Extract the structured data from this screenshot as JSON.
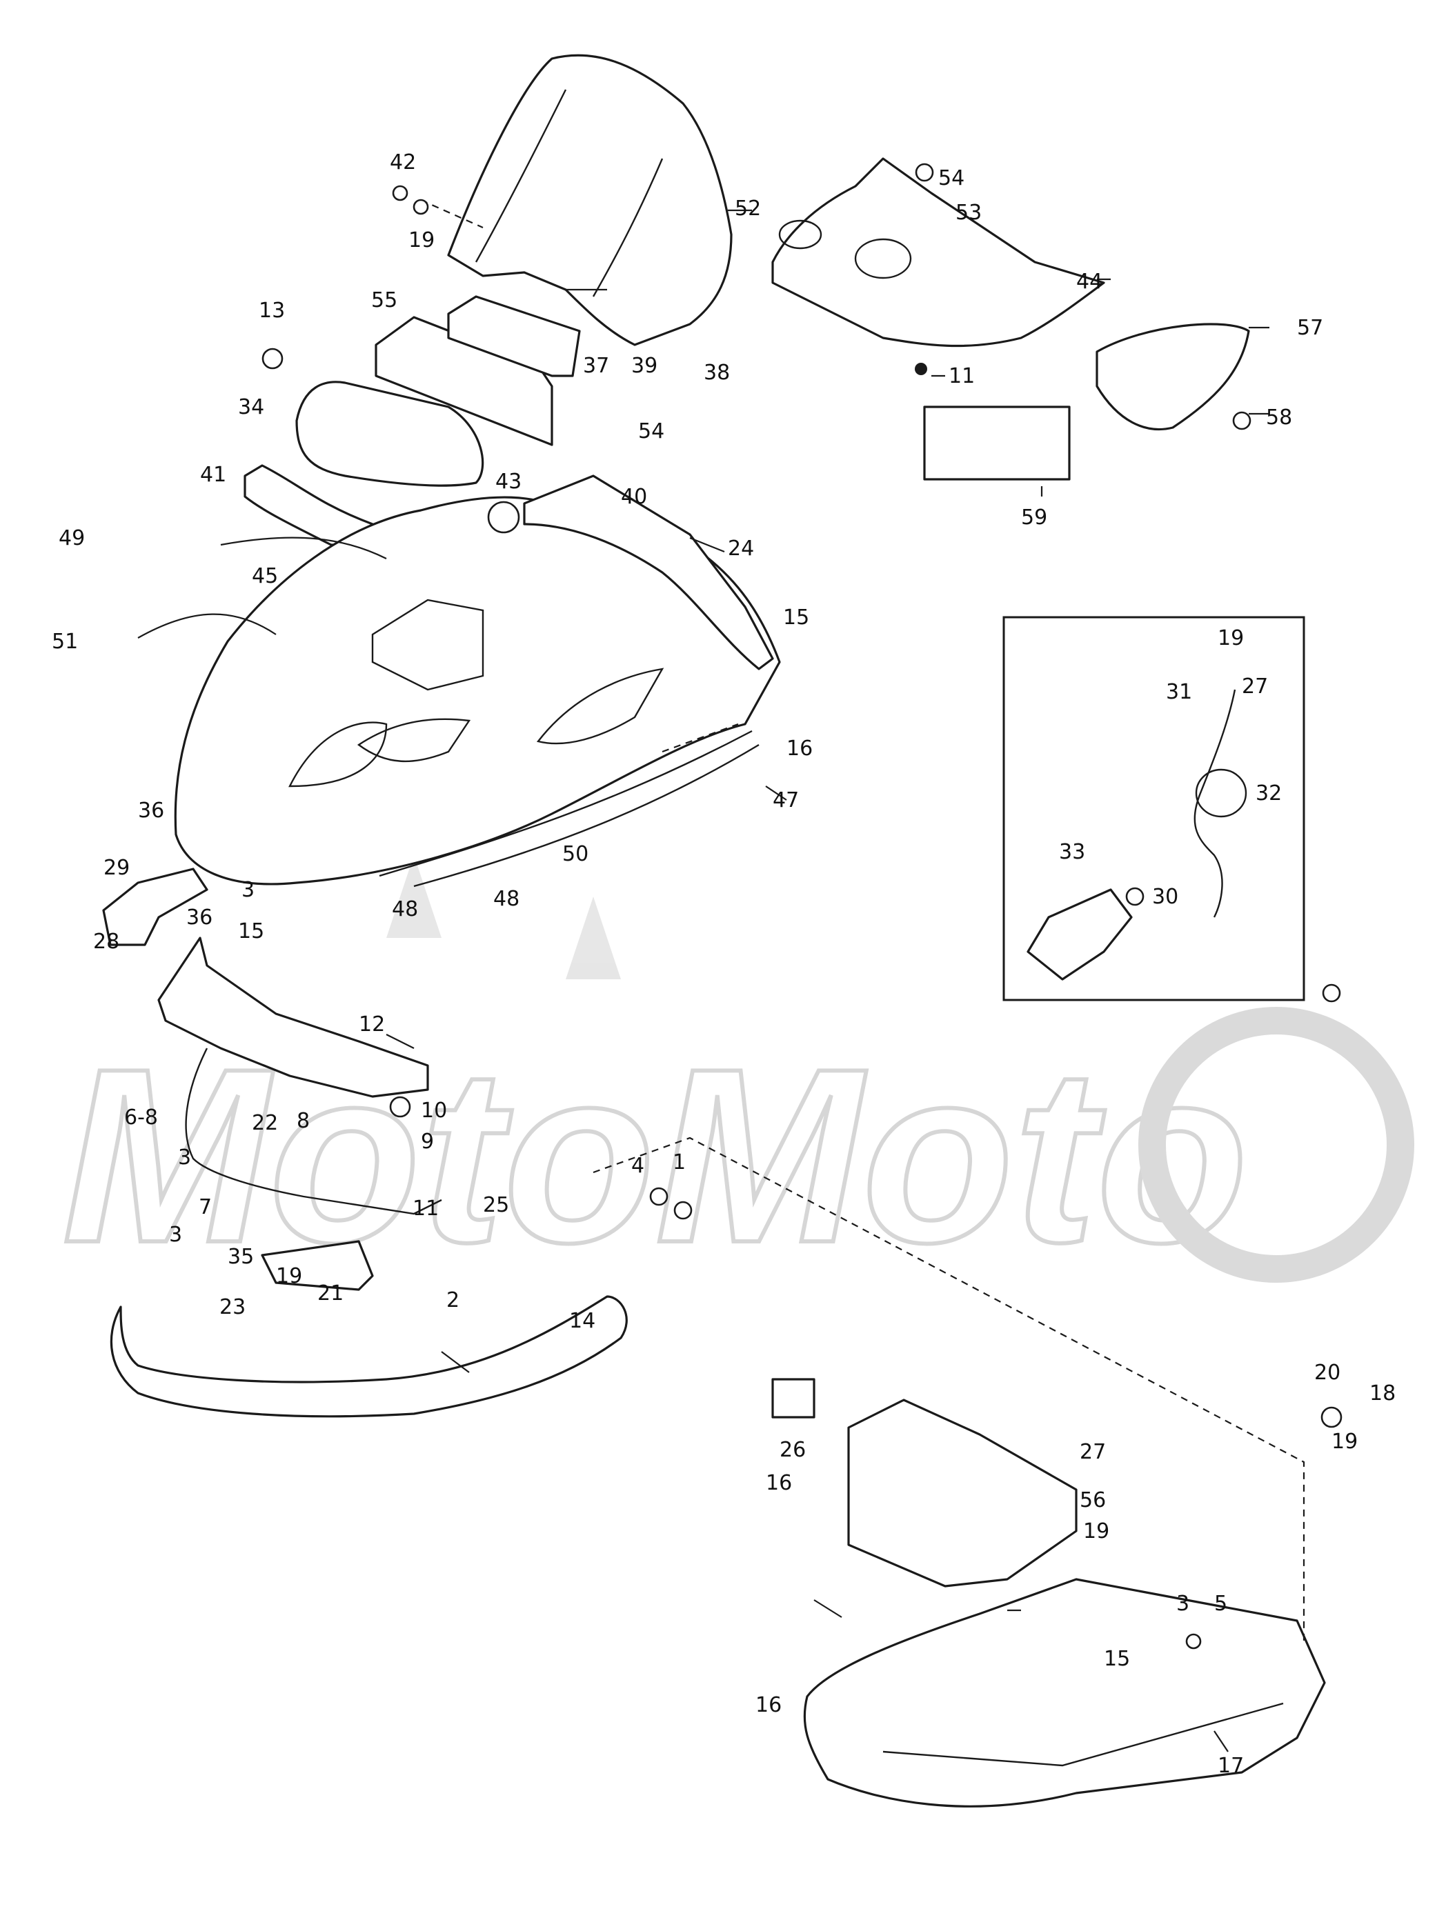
{
  "watermark": "MotoMoto",
  "labels": [
    {
      "id": "l42",
      "text": "42"
    },
    {
      "id": "l19a",
      "text": "19"
    },
    {
      "id": "l13",
      "text": "13"
    },
    {
      "id": "l55",
      "text": "55"
    },
    {
      "id": "l37",
      "text": "37"
    },
    {
      "id": "l39",
      "text": "39"
    },
    {
      "id": "l38",
      "text": "38"
    },
    {
      "id": "l52",
      "text": "52"
    },
    {
      "id": "l54a",
      "text": "54"
    },
    {
      "id": "l53",
      "text": "53"
    },
    {
      "id": "l44",
      "text": "44"
    },
    {
      "id": "l11a",
      "text": "11"
    },
    {
      "id": "l57",
      "text": "57"
    },
    {
      "id": "l58",
      "text": "58"
    },
    {
      "id": "l59",
      "text": "59"
    },
    {
      "id": "l34",
      "text": "34"
    },
    {
      "id": "l54b",
      "text": "54"
    },
    {
      "id": "l40",
      "text": "40"
    },
    {
      "id": "l43",
      "text": "43"
    },
    {
      "id": "l41",
      "text": "41"
    },
    {
      "id": "l49",
      "text": "49"
    },
    {
      "id": "l24",
      "text": "24"
    },
    {
      "id": "l45",
      "text": "45"
    },
    {
      "id": "l51",
      "text": "51"
    },
    {
      "id": "l15a",
      "text": "15"
    },
    {
      "id": "l16a",
      "text": "16"
    },
    {
      "id": "l47",
      "text": "47"
    },
    {
      "id": "l50",
      "text": "50"
    },
    {
      "id": "l48a",
      "text": "48"
    },
    {
      "id": "l48b",
      "text": "48"
    },
    {
      "id": "l36a",
      "text": "36"
    },
    {
      "id": "l29",
      "text": "29"
    },
    {
      "id": "l36b",
      "text": "36"
    },
    {
      "id": "l3a",
      "text": "3"
    },
    {
      "id": "l28",
      "text": "28"
    },
    {
      "id": "l15b",
      "text": "15"
    },
    {
      "id": "l12",
      "text": "12"
    },
    {
      "id": "l10",
      "text": "10"
    },
    {
      "id": "l9",
      "text": "9"
    },
    {
      "id": "l68",
      "text": "6-8"
    },
    {
      "id": "l22",
      "text": "22"
    },
    {
      "id": "l8",
      "text": "8"
    },
    {
      "id": "l3b",
      "text": "3"
    },
    {
      "id": "l7",
      "text": "7"
    },
    {
      "id": "l11b",
      "text": "11"
    },
    {
      "id": "l25",
      "text": "25"
    },
    {
      "id": "l3c",
      "text": "3"
    },
    {
      "id": "l35",
      "text": "35"
    },
    {
      "id": "l19b",
      "text": "19"
    },
    {
      "id": "l21",
      "text": "21"
    },
    {
      "id": "l23",
      "text": "23"
    },
    {
      "id": "l2",
      "text": "2"
    },
    {
      "id": "l4",
      "text": "4"
    },
    {
      "id": "l1",
      "text": "1"
    },
    {
      "id": "l14",
      "text": "14"
    },
    {
      "id": "l19c",
      "text": "19"
    },
    {
      "id": "l27a",
      "text": "27"
    },
    {
      "id": "l31",
      "text": "31"
    },
    {
      "id": "l32",
      "text": "32"
    },
    {
      "id": "l33",
      "text": "33"
    },
    {
      "id": "l30",
      "text": "30"
    },
    {
      "id": "l26",
      "text": "26"
    },
    {
      "id": "l16b",
      "text": "16"
    },
    {
      "id": "l27b",
      "text": "27"
    },
    {
      "id": "l56",
      "text": "56"
    },
    {
      "id": "l19d",
      "text": "19"
    },
    {
      "id": "l20",
      "text": "20"
    },
    {
      "id": "l18",
      "text": "18"
    },
    {
      "id": "l3d",
      "text": "3"
    },
    {
      "id": "l5",
      "text": "5"
    },
    {
      "id": "l15c",
      "text": "15"
    },
    {
      "id": "l19e",
      "text": "19"
    },
    {
      "id": "l16c",
      "text": "16"
    },
    {
      "id": "l17",
      "text": "17"
    }
  ]
}
